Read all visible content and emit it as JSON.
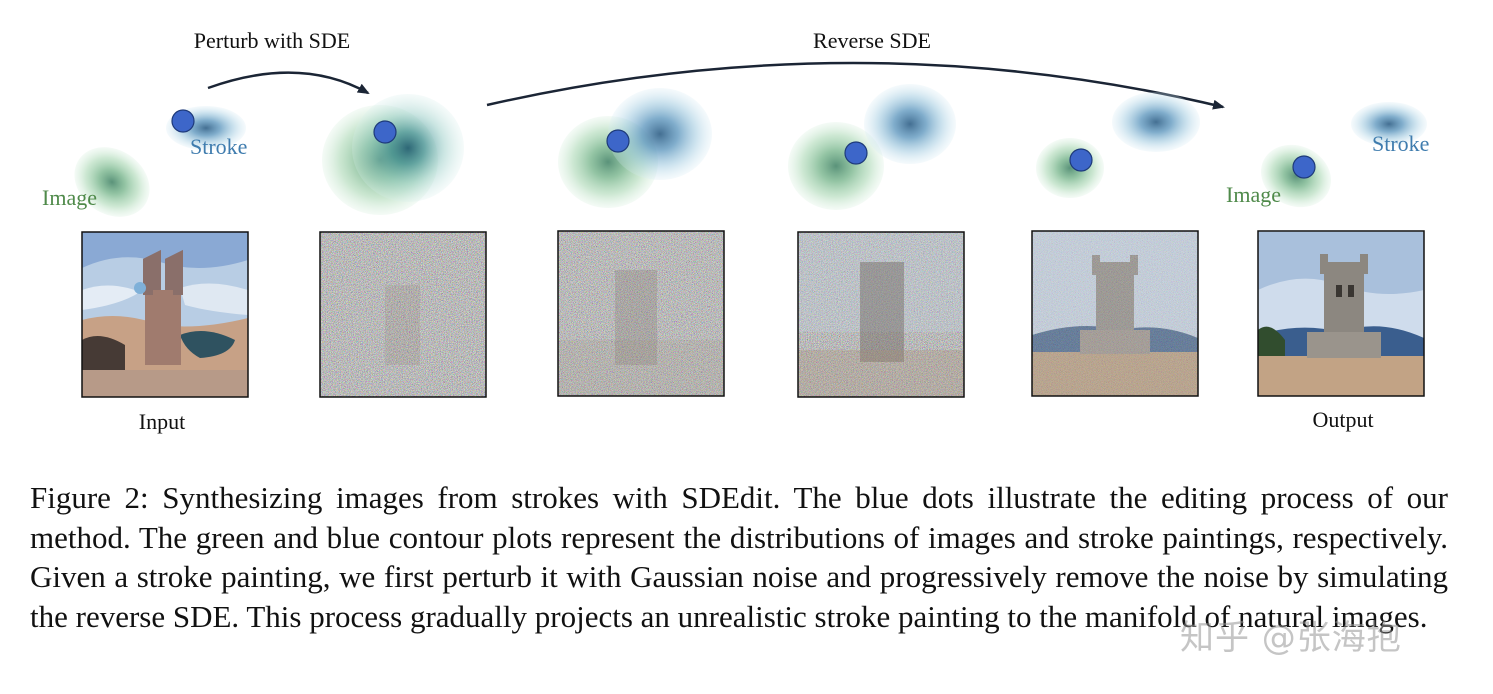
{
  "arrows": {
    "perturb_label": "Perturb with SDE",
    "reverse_label": "Reverse SDE"
  },
  "distribution_labels": {
    "stroke_left": "Stroke",
    "image_left": "Image",
    "stroke_right": "Stroke",
    "image_right": "Image"
  },
  "panels": {
    "input_label": "Input",
    "output_label": "Output"
  },
  "caption": {
    "text": "Figure 2: Synthesizing images from strokes with SDEdit. The blue dots illustrate the editing process of our method. The green and blue contour plots represent the distributions of images and stroke paintings, respectively. Given a stroke painting, we first perturb it with Gaussian noise and progressively remove the noise by simulating the reverse SDE. This process gradually projects an unrealistic stroke painting to the manifold of natural images."
  },
  "watermark": "知乎 @张海抱",
  "colors": {
    "image_distribution": "#5aa573",
    "stroke_distribution": "#3d84ad",
    "dot": "#3d66c9",
    "dot_outline": "#1e3a7a"
  }
}
